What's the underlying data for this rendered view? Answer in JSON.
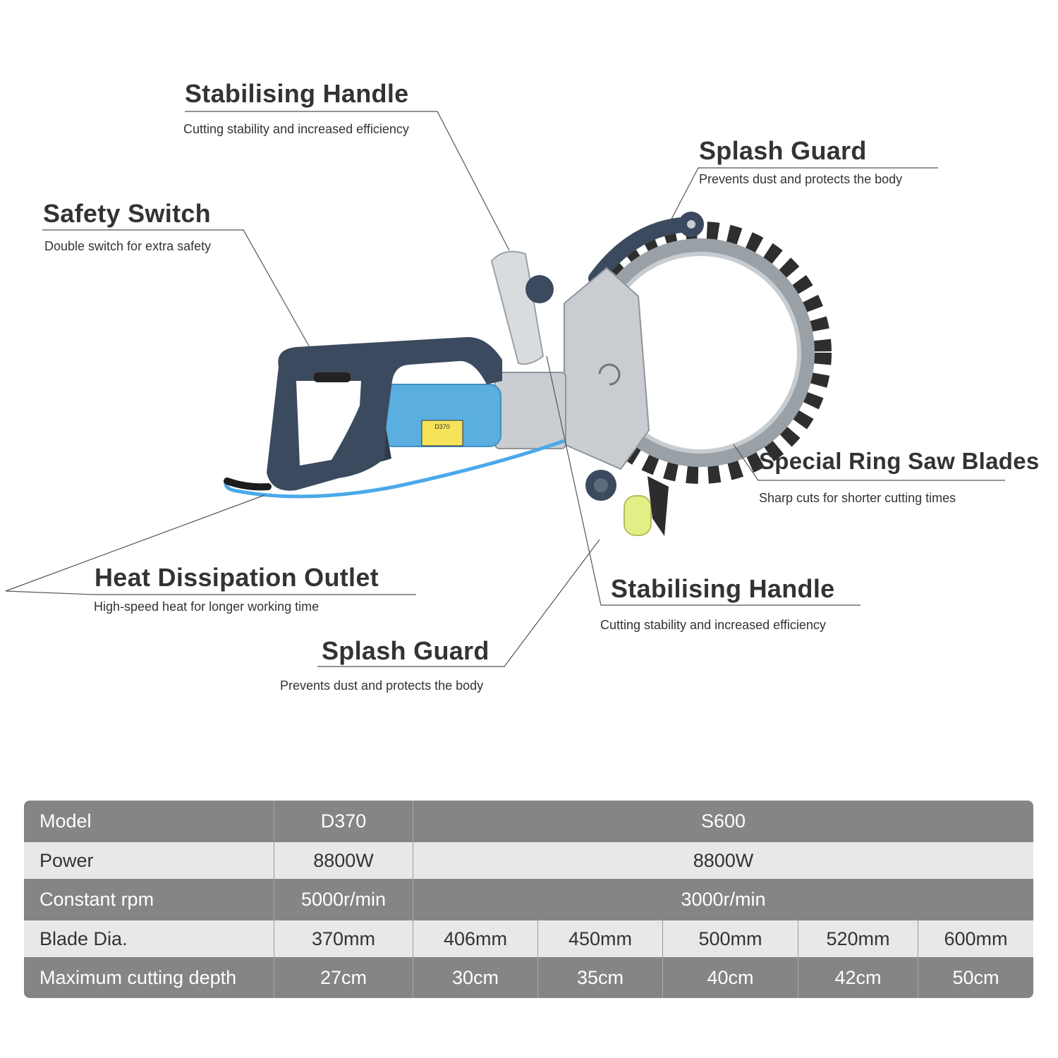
{
  "callouts": {
    "stabilising_handle_top": {
      "title": "Stabilising Handle",
      "desc": "Cutting stability and increased efficiency"
    },
    "splash_guard_top": {
      "title": "Splash Guard",
      "desc": "Prevents dust and protects the body"
    },
    "safety_switch": {
      "title": "Safety Switch",
      "desc": "Double switch for extra safety"
    },
    "ring_saw_blades": {
      "title": "Special Ring Saw Blades",
      "desc": "Sharp cuts for shorter cutting times"
    },
    "heat_outlet": {
      "title": "Heat Dissipation Outlet",
      "desc": "High-speed heat for longer working time"
    },
    "stabilising_handle_bottom": {
      "title": "Stabilising Handle",
      "desc": "Cutting stability and increased efficiency"
    },
    "splash_guard_bottom": {
      "title": "Splash Guard",
      "desc": "Prevents dust and protects the body"
    }
  },
  "tool_label": {
    "model": "D370"
  },
  "colors": {
    "handle": "#3b4a5e",
    "motor": "#5aaee0",
    "body": "#c9cdd2",
    "table_dark": "#858585",
    "table_light": "#e8e8e8",
    "wheel": "#e2ee86"
  },
  "spec_table": {
    "model": {
      "label": "Model",
      "d370": "D370",
      "s600": "S600"
    },
    "power": {
      "label": "Power",
      "d370": "8800W",
      "s600": "8800W"
    },
    "rpm": {
      "label": "Constant rpm",
      "d370": "5000r/min",
      "s600": "3000r/min"
    },
    "blade": {
      "label": "Blade Dia.",
      "values": [
        "370mm",
        "406mm",
        "450mm",
        "500mm",
        "520mm",
        "600mm"
      ]
    },
    "depth": {
      "label": "Maximum cutting depth",
      "values": [
        "27cm",
        "30cm",
        "35cm",
        "40cm",
        "42cm",
        "50cm"
      ]
    }
  }
}
